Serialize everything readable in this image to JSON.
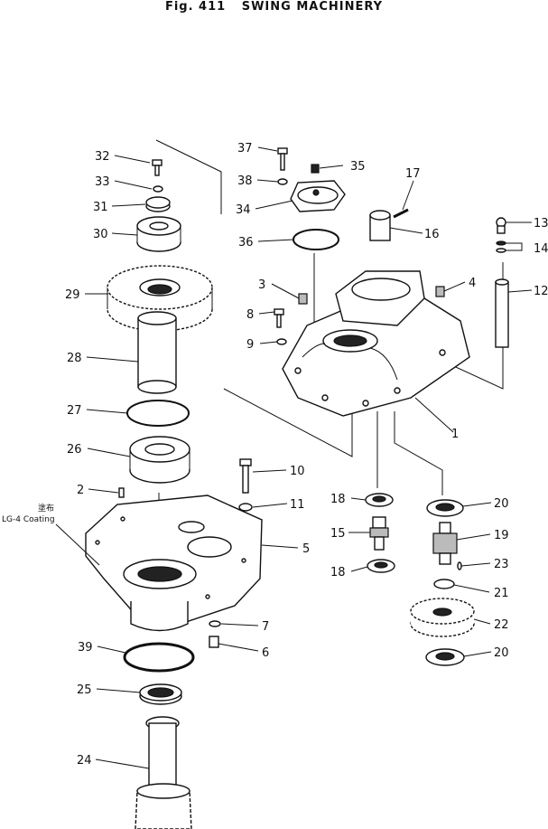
{
  "title": {
    "fig": "Fig. 411",
    "name": "SWING MACHINERY"
  },
  "note": {
    "jp": "塗布",
    "text": "LG-4 Coating"
  },
  "callouts": [
    {
      "id": "c32",
      "text": "32"
    },
    {
      "id": "c33",
      "text": "33"
    },
    {
      "id": "c31",
      "text": "31"
    },
    {
      "id": "c30",
      "text": "30"
    },
    {
      "id": "c29",
      "text": "29"
    },
    {
      "id": "c28",
      "text": "28"
    },
    {
      "id": "c27",
      "text": "27"
    },
    {
      "id": "c26",
      "text": "26"
    },
    {
      "id": "c2",
      "text": "2"
    },
    {
      "id": "c39",
      "text": "39"
    },
    {
      "id": "c25",
      "text": "25"
    },
    {
      "id": "c24",
      "text": "24"
    },
    {
      "id": "c37",
      "text": "37"
    },
    {
      "id": "c35",
      "text": "35"
    },
    {
      "id": "c38",
      "text": "38"
    },
    {
      "id": "c34",
      "text": "34"
    },
    {
      "id": "c36",
      "text": "36"
    },
    {
      "id": "c17",
      "text": "17"
    },
    {
      "id": "c16",
      "text": "16"
    },
    {
      "id": "c13",
      "text": "13"
    },
    {
      "id": "c14",
      "text": "14"
    },
    {
      "id": "c12",
      "text": "12"
    },
    {
      "id": "c3",
      "text": "3"
    },
    {
      "id": "c4",
      "text": "4"
    },
    {
      "id": "c8",
      "text": "8"
    },
    {
      "id": "c9",
      "text": "9"
    },
    {
      "id": "c1",
      "text": "1"
    },
    {
      "id": "c10",
      "text": "10"
    },
    {
      "id": "c11",
      "text": "11"
    },
    {
      "id": "c5",
      "text": "5"
    },
    {
      "id": "c7",
      "text": "7"
    },
    {
      "id": "c6",
      "text": "6"
    },
    {
      "id": "c18a",
      "text": "18"
    },
    {
      "id": "c15",
      "text": "15"
    },
    {
      "id": "c18b",
      "text": "18"
    },
    {
      "id": "c20a",
      "text": "20"
    },
    {
      "id": "c19",
      "text": "19"
    },
    {
      "id": "c23",
      "text": "23"
    },
    {
      "id": "c21",
      "text": "21"
    },
    {
      "id": "c22",
      "text": "22"
    },
    {
      "id": "c20b",
      "text": "20"
    }
  ]
}
